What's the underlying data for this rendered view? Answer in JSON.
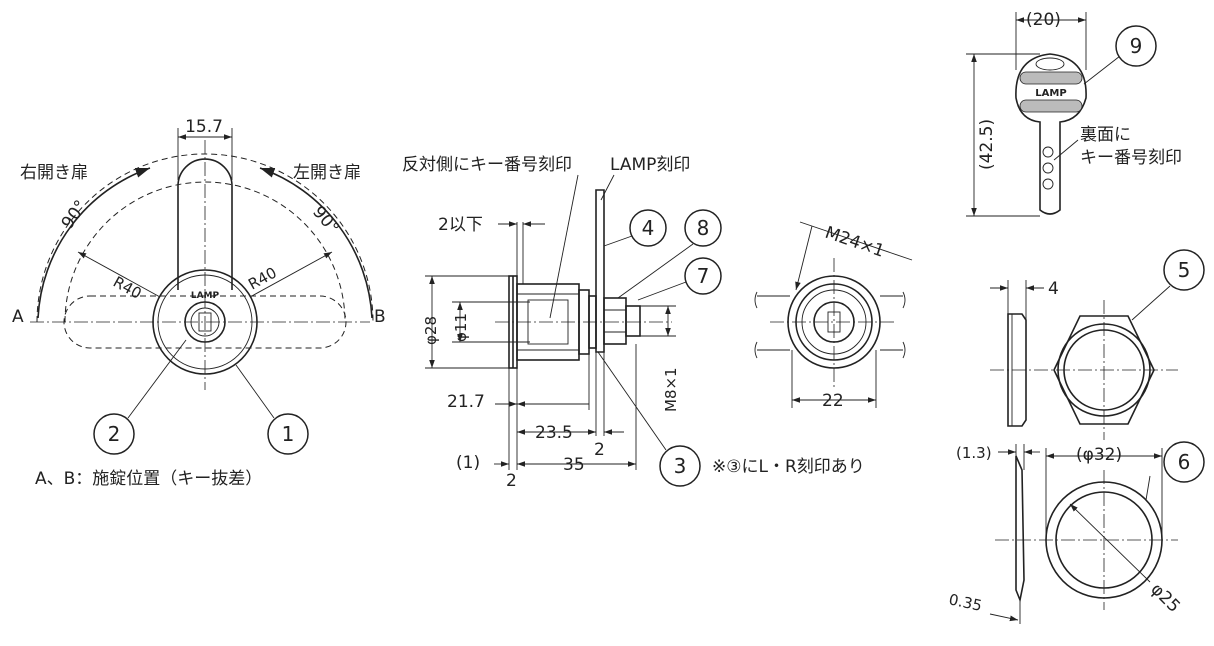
{
  "front_view": {
    "dim_top": "15.7",
    "label_right_door": "右開き扉",
    "label_left_door": "左開き扉",
    "angle_left": "90°",
    "angle_right": "90°",
    "radius_left": "R40",
    "radius_right": "R40",
    "point_a": "A",
    "point_b": "B",
    "plate_text": "LAMP",
    "note": "A、B：施錠位置（キー抜差）",
    "callout_2": "2",
    "callout_1": "1"
  },
  "side_view": {
    "label_key_number": "反対側にキー番号刻印",
    "label_lamp": "LAMP刻印",
    "dim_2_or_less": "2以下",
    "dim_phi28": "φ28",
    "dim_phi11": "φ11",
    "dim_21_7": "21.7",
    "dim_23_5": "23.5",
    "dim_2a": "2",
    "dim_1": "(1)",
    "dim_2b": "2",
    "dim_35": "35",
    "dim_m8": "M8×1",
    "callout_4": "4",
    "callout_8": "8",
    "callout_7": "7",
    "callout_3": "3",
    "note": "※③にL・R刻印あり"
  },
  "nut_view": {
    "dim_m24": "M24×1",
    "dim_22": "22"
  },
  "key_view": {
    "dim_20": "(20)",
    "dim_42_5": "(42.5)",
    "callout_9": "9",
    "key_text": "LAMP",
    "label_back": "裏面に",
    "label_key_number": "キー番号刻印"
  },
  "hex_view": {
    "dim_4": "4",
    "callout_5": "5"
  },
  "washer_view": {
    "dim_1_3": "(1.3)",
    "dim_phi32": "(φ32)",
    "dim_0_35": "0.35",
    "dim_phi25": "φ25",
    "callout_6": "6"
  },
  "colors": {
    "line": "#222222",
    "background": "#ffffff"
  }
}
